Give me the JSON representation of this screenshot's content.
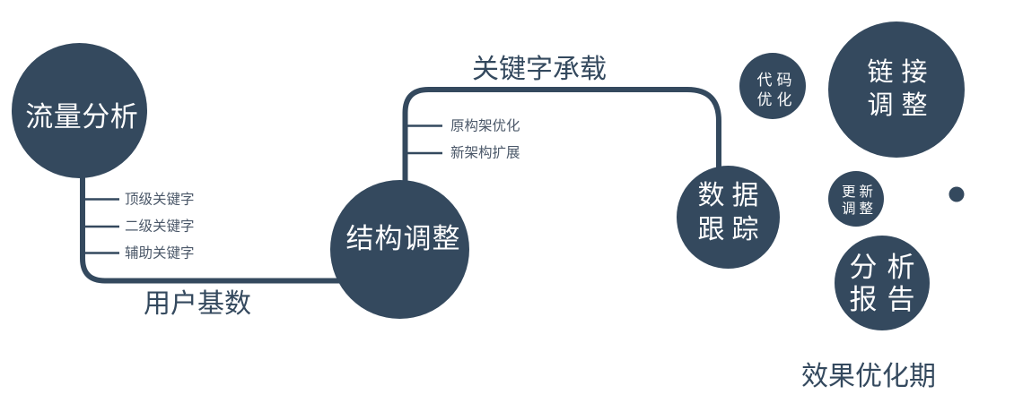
{
  "colors": {
    "primary": "#34495e",
    "background": "#ffffff",
    "node_text": "#ffffff",
    "branch_label_text": "#4b5869"
  },
  "nodes": {
    "traffic_analysis": {
      "lines": [
        "流量分析"
      ]
    },
    "structure_adjust": {
      "lines": [
        "结构调整"
      ]
    },
    "data_tracking": {
      "lines": [
        "数据",
        "跟踪"
      ]
    },
    "code_optimization": {
      "lines": [
        "代码",
        "优化"
      ]
    },
    "link_adjust": {
      "lines": [
        "链接",
        "调整"
      ]
    },
    "update_adjust": {
      "lines": [
        "更新",
        "调整"
      ]
    },
    "analysis_report": {
      "lines": [
        "分析",
        "报告"
      ]
    }
  },
  "branches": {
    "left": [
      "顶级关键字",
      "二级关键字",
      "辅助关键字"
    ],
    "middle": [
      "原构架优化",
      "新架构扩展"
    ]
  },
  "stage_labels": {
    "keyword_load": "关键字承载",
    "user_base": "用户基数",
    "effect_period": "效果优化期"
  }
}
